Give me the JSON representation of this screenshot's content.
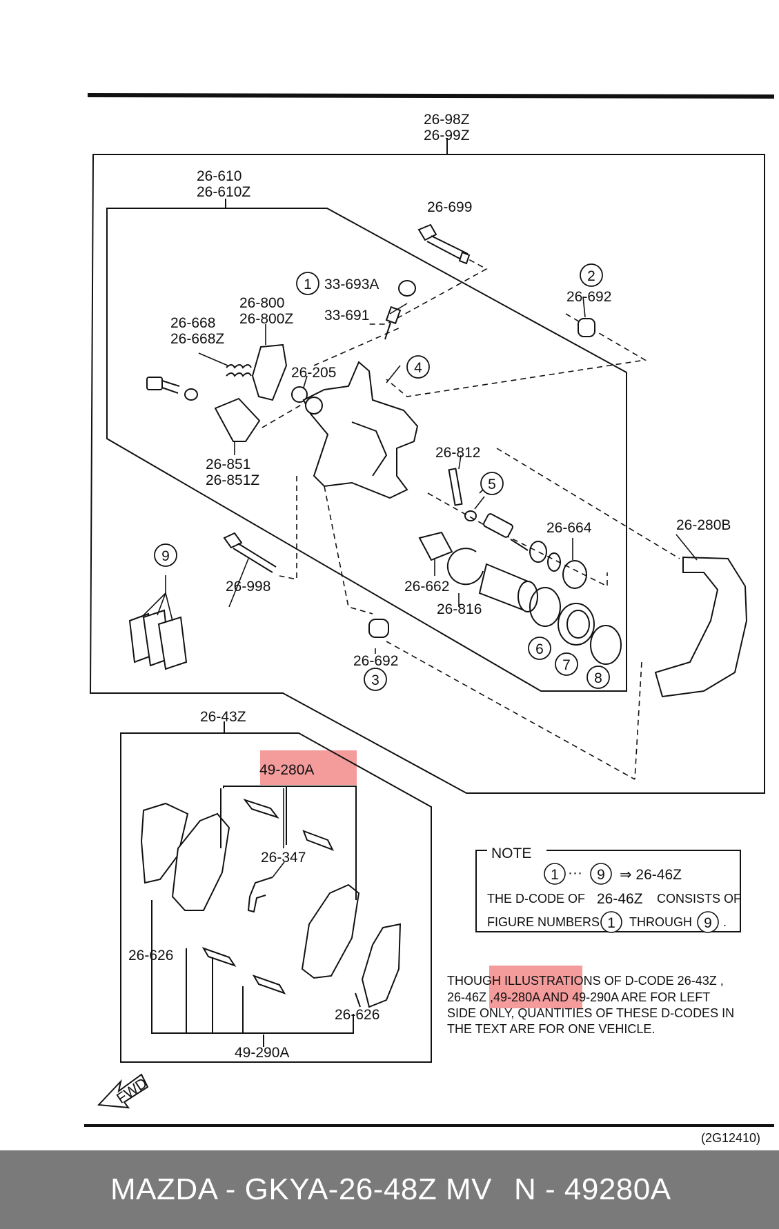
{
  "labels": {
    "assembly_top_1": "26-98Z",
    "assembly_top_2": "26-99Z",
    "caliper_1": "26-610",
    "caliper_2": "26-610Z",
    "p26699": "26-699",
    "p33693a": "33-693A",
    "p33691": "33-691",
    "p26692_top": "26-692",
    "p26800_1": "26-800",
    "p26800_2": "26-800Z",
    "p26668_1": "26-668",
    "p26668_2": "26-668Z",
    "p26205": "26-205",
    "p26851_1": "26-851",
    "p26851_2": "26-851Z",
    "p26812": "26-812",
    "p26664": "26-664",
    "p26280b": "26-280B",
    "p26662": "26-662",
    "p26816": "26-816",
    "p26998": "26-998",
    "p26692_bot": "26-692",
    "p2643z": "26-43Z",
    "p49280a": "49-280A",
    "p26347": "26-347",
    "p26626_left": "26-626",
    "p26626_right": "26-626",
    "p49290a": "49-290A",
    "code": "(2G12410)",
    "fwd": "FWD"
  },
  "circles": {
    "c1": "1",
    "c2": "2",
    "c3": "3",
    "c4": "4",
    "c5": "5",
    "c6": "6",
    "c7": "7",
    "c8": "8",
    "c9": "9"
  },
  "note": {
    "title": "NOTE",
    "range_from": "1",
    "range_sep": "···",
    "range_to": "9",
    "arrow_target": "⇒ 26-46Z",
    "line2_a": "THE D-CODE OF",
    "line2_b": "26-46Z",
    "line2_c": "CONSISTS OF",
    "line3_a": "FIGURE NUMBERS",
    "line3_from": "1",
    "line3_b": "THROUGH",
    "line3_to": "9",
    "line3_end": "."
  },
  "disclaimer": {
    "line1": "THOUGH ILLUSTRATIONS OF D-CODE 26-43Z ,",
    "line2": "26-46Z ,49-280A AND 49-290A ARE FOR LEFT",
    "line3": "SIDE ONLY, QUANTITIES OF THESE D-CODES IN",
    "line4": "THE TEXT ARE FOR ONE VEHICLE."
  },
  "footer": {
    "left": "MAZDA - GKYA-26-48Z MV",
    "right": "N - 49280A"
  },
  "colors": {
    "highlight": "#f28b8b",
    "footer_bg": "#7a7a7a",
    "line": "#111111"
  }
}
